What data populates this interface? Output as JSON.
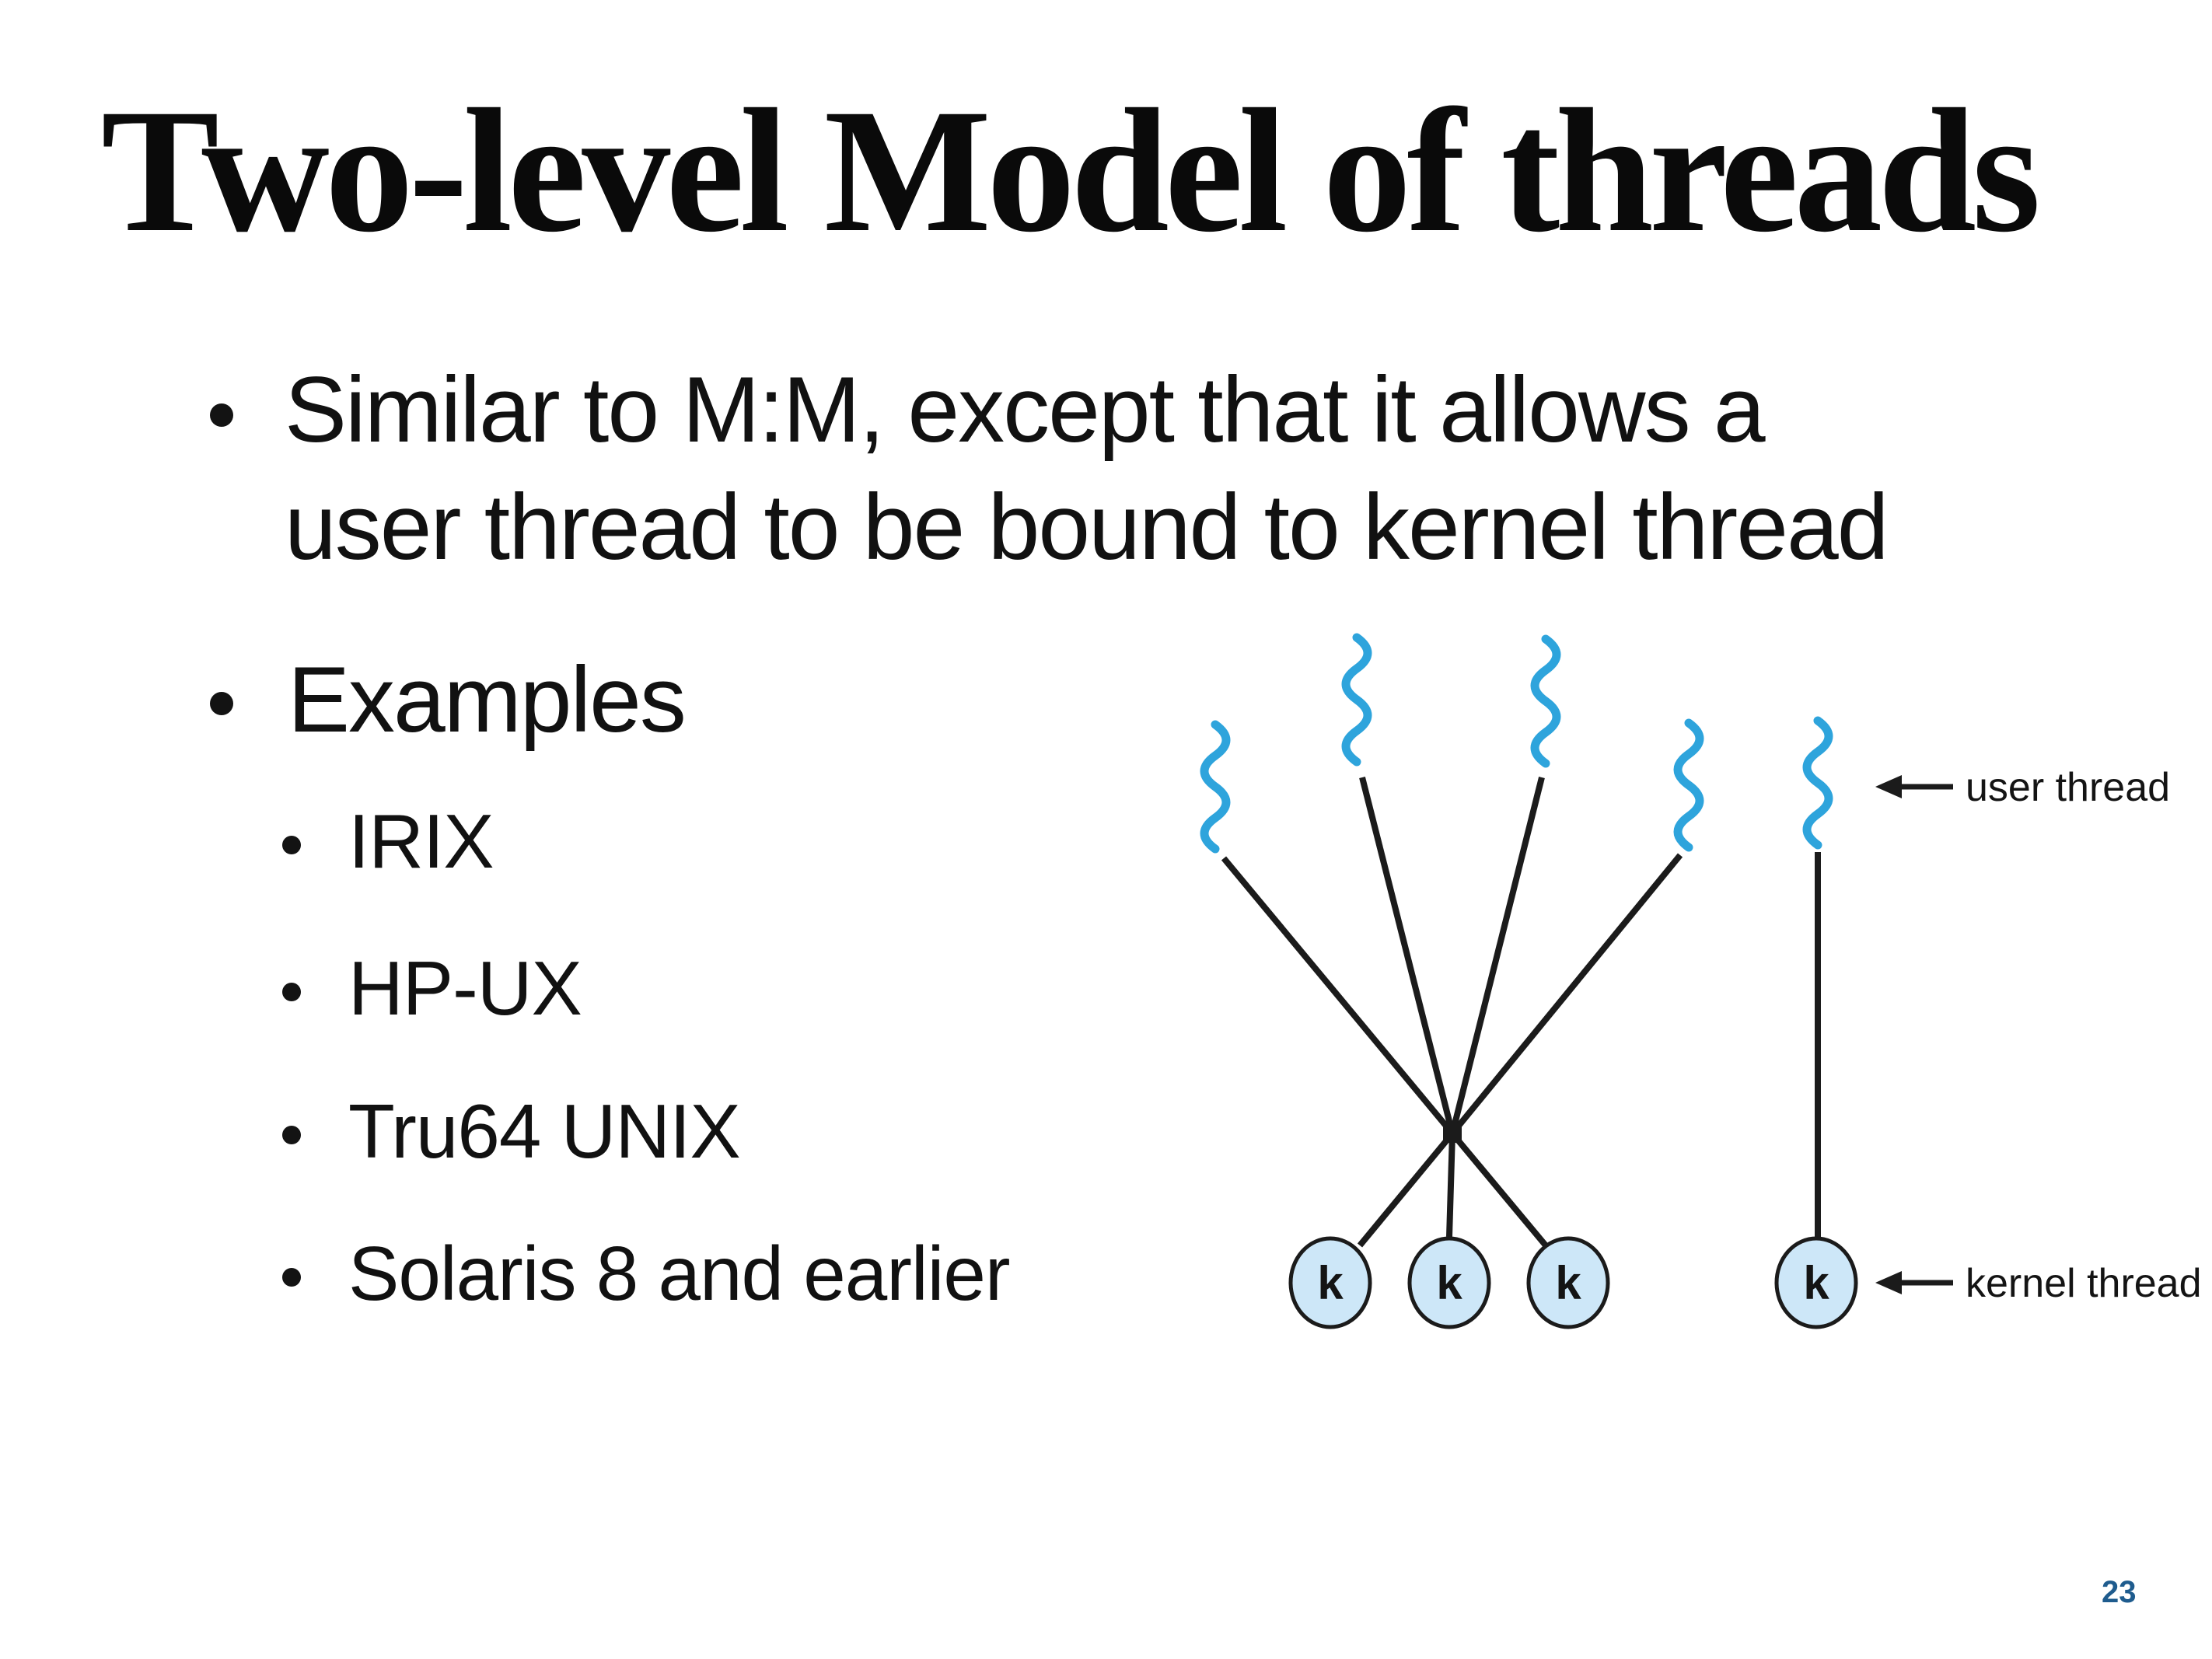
{
  "title": "Two-level Model of threads",
  "page_number": "23",
  "bullets": {
    "b1_lines": [
      "Similar to M:M, except that it allows a",
      "user thread to be bound to kernel thread"
    ],
    "b2": "Examples",
    "examples": [
      "IRIX",
      "HP-UX",
      "Tru64 UNIX",
      "Solaris 8 and earlier"
    ]
  },
  "diagram": {
    "user_thread_label": "user thread",
    "kernel_thread_label": "kernel thread",
    "kernel_label": "k",
    "user_thread_count": 5,
    "kernel_thread_count": 4,
    "colors": {
      "user_thread_blue": "#2ea4dc",
      "kernel_node_fill": "#cde7f8",
      "outline_black": "#1b1b1b",
      "page_number_blue": "#1f5c8e"
    }
  }
}
